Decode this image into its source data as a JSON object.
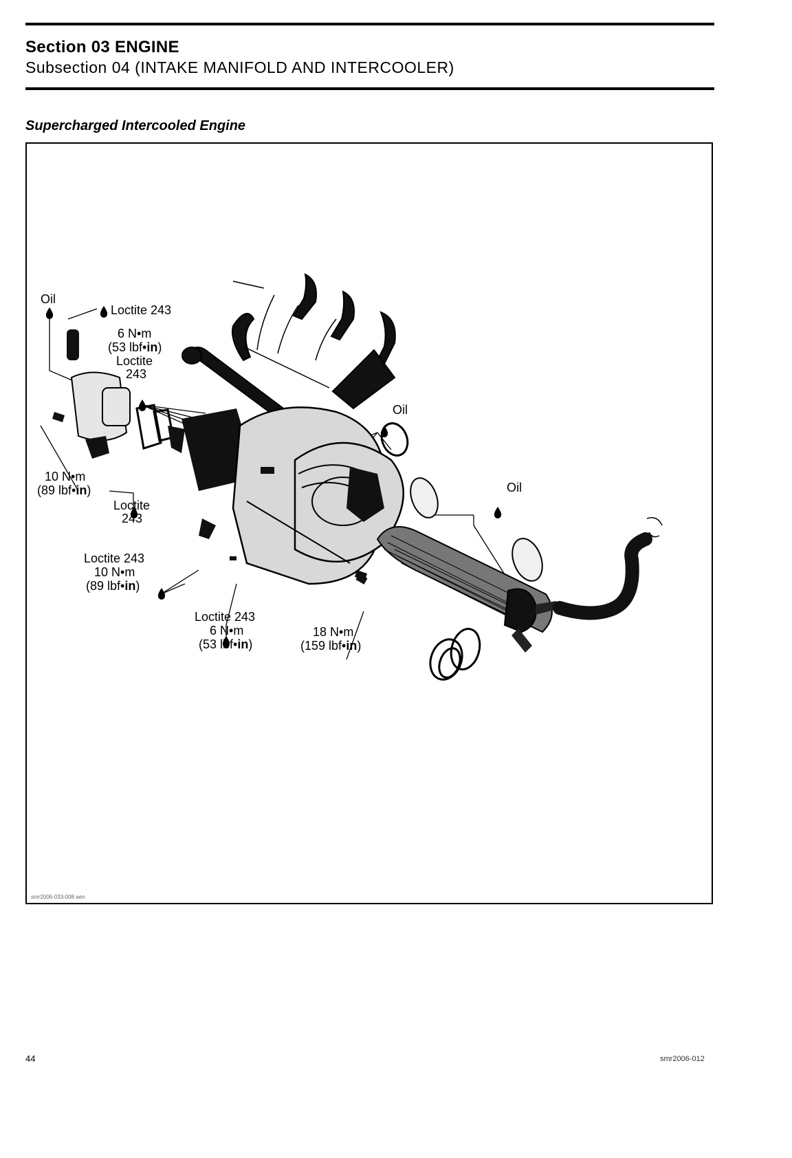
{
  "header": {
    "section": "Section 03 ENGINE",
    "subsection": "Subsection 04 (INTAKE MANIFOLD AND INTERCOOLER)"
  },
  "figure": {
    "title": "Supercharged Intercooled Engine",
    "code": "smr2006-033-008 aen",
    "labels": {
      "oil_top_left": "Oil",
      "loctite_243_top": "Loctite 243",
      "torque_6nm_top": "6 N•m",
      "torque_53lbf_top_a": "(53 lbf•",
      "torque_53lbf_top_b": "in",
      "torque_53lbf_top_c": ")",
      "loctite_upper": "Loctite",
      "loctite_upper_num": "243",
      "oil_center": "Oil",
      "oil_right": "Oil",
      "torque_10nm_left": "10 N•m",
      "torque_89lbf_left_a": "(89 lbf•",
      "torque_89lbf_left_b": "in",
      "torque_89lbf_left_c": ")",
      "loctite_mid": "Loctite",
      "loctite_mid_num": "243",
      "loctite_243_lower": "Loctite 243",
      "torque_10nm_lower": "10 N•m",
      "torque_89lbf_lower_a": "(89 lbf•",
      "torque_89lbf_lower_b": "in",
      "torque_89lbf_lower_c": ")",
      "loctite_243_bottom": "Loctite 243",
      "torque_6nm_bottom": "6 N•m",
      "torque_53lbf_bottom_a": "(53 lbf•",
      "torque_53lbf_bottom_b": "in",
      "torque_53lbf_bottom_c": ")",
      "torque_18nm": "18 N•m",
      "torque_159lbf_a": "(159 lbf•",
      "torque_159lbf_b": "in",
      "torque_159lbf_c": ")"
    }
  },
  "footer": {
    "page_number": "44",
    "doc_code": "smr2006-012"
  }
}
